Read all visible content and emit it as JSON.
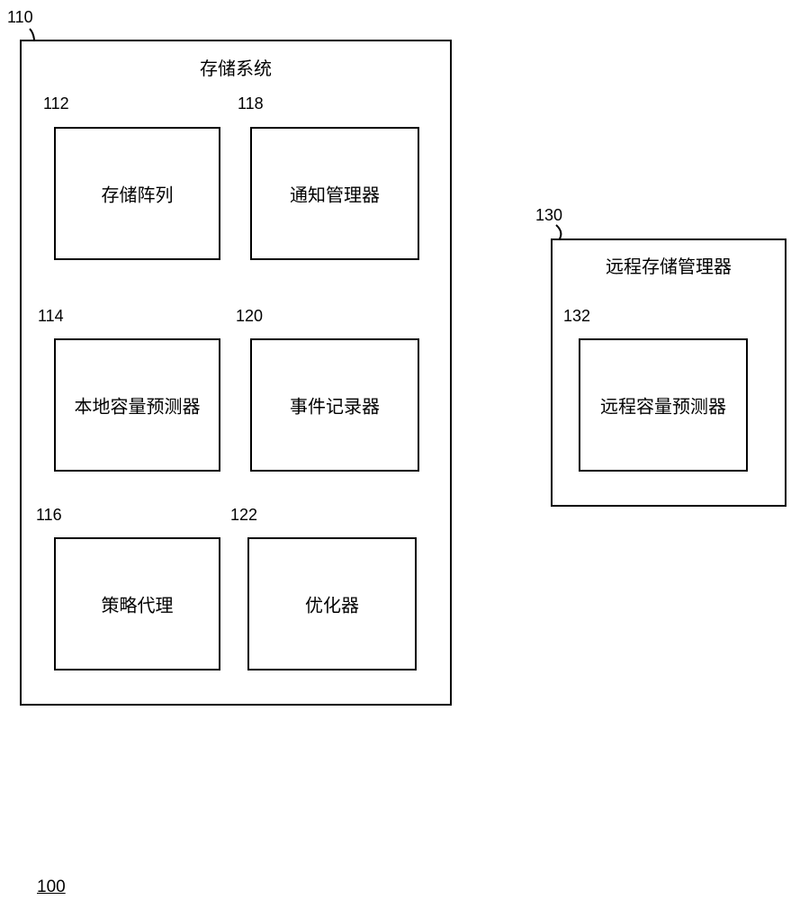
{
  "figure_number": "100",
  "storage_system": {
    "ref": "110",
    "title": "存储系统",
    "components": [
      {
        "ref": "112",
        "label": "存储阵列"
      },
      {
        "ref": "118",
        "label": "通知管理器"
      },
      {
        "ref": "114",
        "label": "本地容量预测器"
      },
      {
        "ref": "120",
        "label": "事件记录器"
      },
      {
        "ref": "116",
        "label": "策略代理"
      },
      {
        "ref": "122",
        "label": "优化器"
      }
    ]
  },
  "remote_storage_manager": {
    "ref": "130",
    "title": "远程存储管理器",
    "components": [
      {
        "ref": "132",
        "label": "远程容量预测器"
      }
    ]
  }
}
